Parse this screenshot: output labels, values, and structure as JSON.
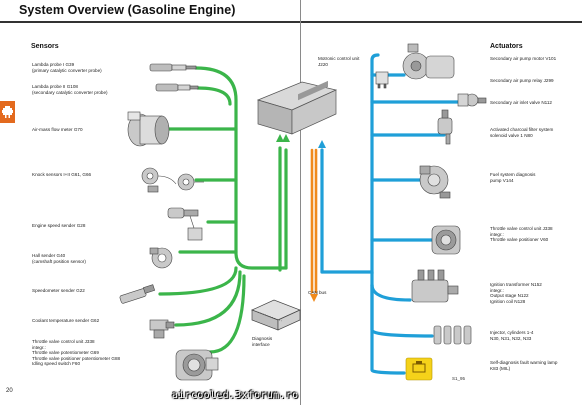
{
  "page": {
    "title": "System Overview (Gasoline Engine)",
    "page_number": "20",
    "figure_code": "S1_95",
    "watermark": "aircooled.3xforum.ro"
  },
  "sections": {
    "sensors_heading": "Sensors",
    "actuators_heading": "Actuators"
  },
  "sensors": [
    {
      "label": "Lambda probe I G39\n(primary catalytic converter probe)"
    },
    {
      "label": "Lambda probe II G108\n(secondary catalytic converter probe)"
    },
    {
      "label": "Air-mass flow meter G70"
    },
    {
      "label": "Knock sensors I+II G61, G66"
    },
    {
      "label": "Engine speed sender G28"
    },
    {
      "label": "Hall sender G40\n(camshaft position sensor)"
    },
    {
      "label": "Speedometer sender G22"
    },
    {
      "label": "Coolant temperature sender G62"
    },
    {
      "label": "Throttle valve control unit J338\nintegr.:\nThrottle valve potentiometer G69\nThrottle valve positioner potentiometer G88\nIdling speed switch F60"
    }
  ],
  "actuators": [
    {
      "label": "Secondary air pump motor V101"
    },
    {
      "label": "Secondary air pump relay J299"
    },
    {
      "label": "Secondary air inlet valve N112"
    },
    {
      "label": "Activated charcoal filter system\nsolenoid valve 1 N80"
    },
    {
      "label": "Fuel system diagnosis\npump V144"
    },
    {
      "label": "Throttle valve control unit J338\nintegr.:\nThrottle valve positioner V60"
    },
    {
      "label": "Ignition transformer N152\nintegr.:\nOutput stage N122\nIgnition coil N128"
    },
    {
      "label": "Injector, cylinders 1-4\nN30, N31, N32, N33"
    },
    {
      "label": "Self-diagnosis fault warning lamp\nK83 (MIL)"
    }
  ],
  "center": {
    "ecu_label": "Motronic control unit\nJ220",
    "can_label": "CAN bus",
    "diag_label": "Diagnosis\ninterface"
  },
  "colors": {
    "sensor_lines": "#3bb54a",
    "actuator_lines": "#1f9fd8",
    "can_bus": "#f08a1c",
    "side_tab": "#e36a1e"
  },
  "icons": {
    "side_tab_icon": "engine-icon",
    "mil_icon": "engine-warning-lamp-icon"
  }
}
